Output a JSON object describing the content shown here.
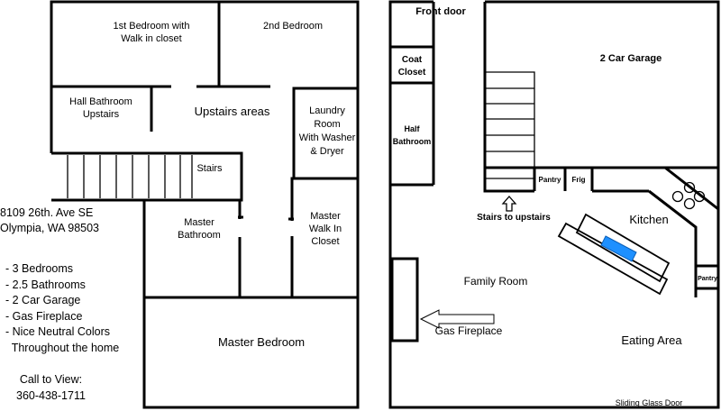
{
  "upstairs": {
    "bedroom1": [
      "1st Bedroom with",
      "Walk in closet"
    ],
    "bedroom2": "2nd Bedroom",
    "hall_bath": [
      "Hall Bathroom",
      "Upstairs"
    ],
    "upstairs_areas": "Upstairs areas",
    "laundry": [
      "Laundry",
      "Room",
      "With Washer",
      "& Dryer"
    ],
    "stairs": "Stairs",
    "master_bath": [
      "Master",
      "Bathroom"
    ],
    "master_closet": [
      "Master",
      "Walk In",
      "Closet"
    ],
    "master_bedroom": "Master Bedroom"
  },
  "info": {
    "address": [
      "8109  26th. Ave SE",
      "Olympia, WA 98503"
    ],
    "features": [
      "- 3 Bedrooms",
      "- 2.5 Bathrooms",
      "- 2 Car Garage",
      "- Gas Fireplace",
      "- Nice Neutral Colors",
      "  Throughout the home"
    ],
    "call": [
      "Call to View:",
      "360-438-1711"
    ]
  },
  "downstairs": {
    "front_door": "Front door",
    "coat_closet": [
      "Coat",
      "Closet"
    ],
    "garage": "2 Car Garage",
    "half_bath": [
      "Half",
      "Bathroom"
    ],
    "pantry": "Pantry",
    "frig": "Frig",
    "stairs_up": "Stairs to upstairs",
    "kitchen": "Kitchen",
    "pantry_right": "Pantry",
    "family_room": "Family Room",
    "gas_fireplace": "Gas Fireplace",
    "eating_area": "Eating Area",
    "sliding_door": "Sliding Glass Door"
  },
  "colors": {
    "wall": "#000000",
    "sink": "#1e90ff"
  }
}
